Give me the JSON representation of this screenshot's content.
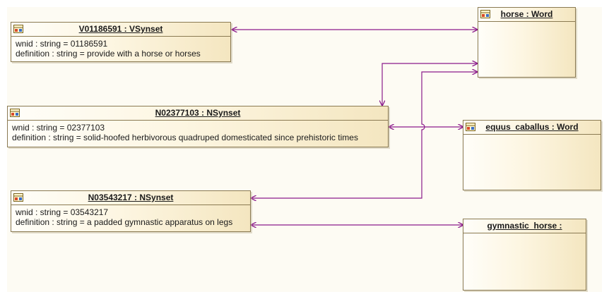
{
  "objects": {
    "v01186591": {
      "title": "V01186591 : VSynset",
      "attrs": [
        "wnid : string = 01186591",
        "definition : string = provide with a horse or horses"
      ]
    },
    "n02377103": {
      "title": "N02377103 : NSynset",
      "attrs": [
        "wnid : string = 02377103",
        "definition : string = solid-hoofed herbivorous quadruped domesticated since prehistoric times"
      ]
    },
    "n03543217": {
      "title": "N03543217 : NSynset",
      "attrs": [
        "wnid : string = 03543217",
        "definition : string = a padded gymnastic apparatus on legs"
      ]
    },
    "horse": {
      "title": "horse : Word"
    },
    "equus_caballus": {
      "title": "equus_caballus : Word"
    },
    "gymnastic_horse": {
      "title": "gymnastic_horse :"
    }
  },
  "icon": "class-object-icon",
  "colors": {
    "connector": "#8b1a8b",
    "border": "#8a7a52",
    "fill_light": "#fffef9",
    "fill_dark": "#f4e6c0"
  }
}
